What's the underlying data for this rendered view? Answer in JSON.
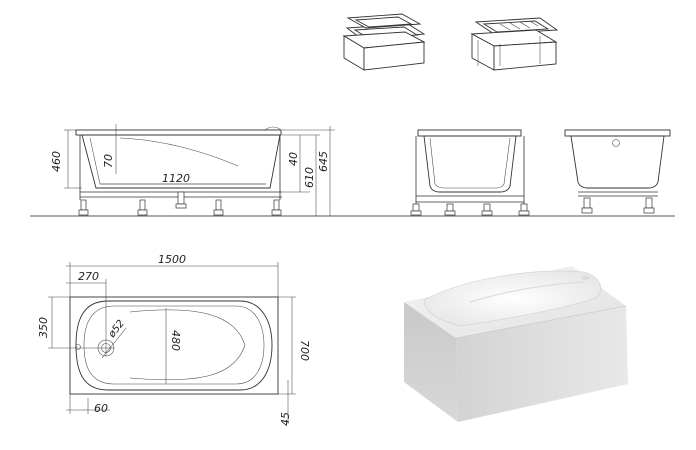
{
  "dimensions": {
    "side": {
      "height_460": "460",
      "depth_70": "70",
      "inner_length_1120": "1120",
      "rim_40": "40",
      "height_610": "610",
      "height_645": "645"
    },
    "plan": {
      "length_1500": "1500",
      "offset_270": "270",
      "width_350": "350",
      "drain_d52": "ø52",
      "inner_width_480": "480",
      "width_700": "700",
      "offset_60": "60",
      "offset_45": "45"
    }
  },
  "colors": {
    "line": "#333333",
    "ground": "#555555",
    "render_top": "#eeeeee",
    "render_front": "#dedede"
  },
  "icons": [
    "bathtub-with-panel-icon",
    "bathtub-frame-assembly-icon"
  ]
}
